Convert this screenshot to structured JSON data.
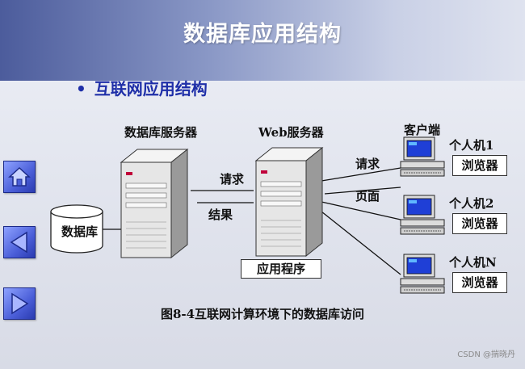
{
  "title": "数据库应用结构",
  "subtitle": {
    "bullet": "•",
    "text": "互联网应用结构"
  },
  "labels": {
    "db_server": "数据库服务器",
    "web_server": "Web服务器",
    "client": "客户端",
    "database": "数据库",
    "request_left": "请求",
    "result": "结果",
    "request_right": "请求",
    "page": "页面",
    "app_program": "应用程序",
    "pc1": "个人机1",
    "pc2": "个人机2",
    "pcN": "个人机N",
    "browser1": "浏览器",
    "browser2": "浏览器",
    "browser3": "浏览器"
  },
  "caption": "图8-4互联网计算环境下的数据库访问",
  "watermark": "CSDN @揣晓丹",
  "nav": [
    "home-icon",
    "previous-arrow-icon",
    "next-arrow-icon"
  ]
}
